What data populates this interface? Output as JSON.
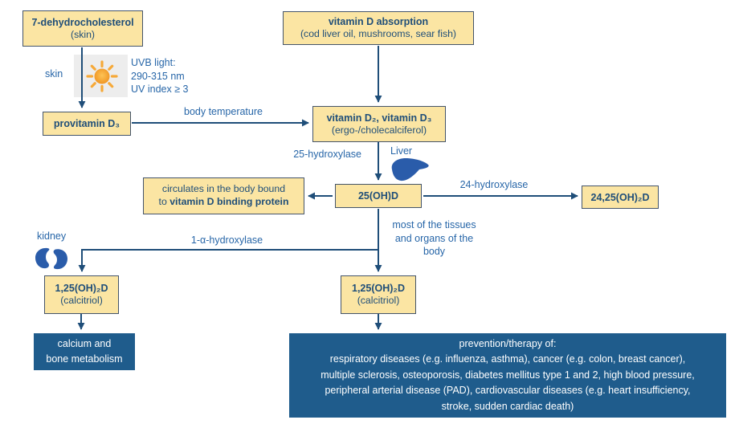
{
  "title": "vitamin D metabolism flow diagram",
  "colors": {
    "box_fill": "#FBE5A3",
    "box_border": "#44546A",
    "dark_box_fill": "#1F5C8C",
    "arrow": "#1F4E79",
    "box_text": "#1F4E79",
    "label_text": "#2766A8",
    "sun_orange": "#F2A130",
    "organ_blue": "#2A5CAA"
  },
  "nodes": {
    "dhc": {
      "title": "7-dehydrocholesterol",
      "subtitle": "(skin)"
    },
    "absorption": {
      "title": "vitamin D absorption",
      "subtitle": "(cod liver oil, mushrooms, sear fish)"
    },
    "provitamin": {
      "title": "provitamin D₃"
    },
    "vitamin_d": {
      "title": "vitamin D₂, vitamin D₃",
      "subtitle": "(ergo-/cholecalciferol)"
    },
    "oh25": {
      "title": "25(OH)D"
    },
    "binding": {
      "line1": "circulates in the body bound",
      "line2_prefix": "to ",
      "line2_bold": "vitamin D binding protein"
    },
    "oh2425": {
      "title": "24,25(OH)₂D"
    },
    "calcitriol_left": {
      "title": "1,25(OH)₂D",
      "subtitle": "(calcitriol)"
    },
    "calcitriol_mid": {
      "title": "1,25(OH)₂D",
      "subtitle": "(calcitriol)"
    },
    "calcium": {
      "text": "calcium and\nbone metabolism"
    },
    "prevention": {
      "text": "prevention/therapy of:\nrespiratory diseases (e.g. influenza, asthma), cancer (e.g. colon, breast cancer),\nmultiple sclerosis, osteoporosis, diabetes mellitus type 1 and 2, high blood pressure,\nperipheral arterial disease (PAD), cardiovascular diseases (e.g. heart insufficiency,\nstroke, sudden cardiac death)"
    }
  },
  "labels": {
    "skin": "skin",
    "uvb": "UVB light:\n290-315 nm\nUV index ≥ 3",
    "body_temperature": "body temperature",
    "hydroxylase_25": "25-hydroxylase",
    "liver": "Liver",
    "hydroxylase_24": "24-hydroxylase",
    "most_tissues": "most of the tissues\nand organs of the\nbody",
    "kidney": "kidney",
    "hydroxylase_1a": "1-α-hydroxylase"
  },
  "icons": {
    "sun": "sun-icon (UVB light)",
    "liver": "liver-icon",
    "kidney": "kidney-icon"
  }
}
